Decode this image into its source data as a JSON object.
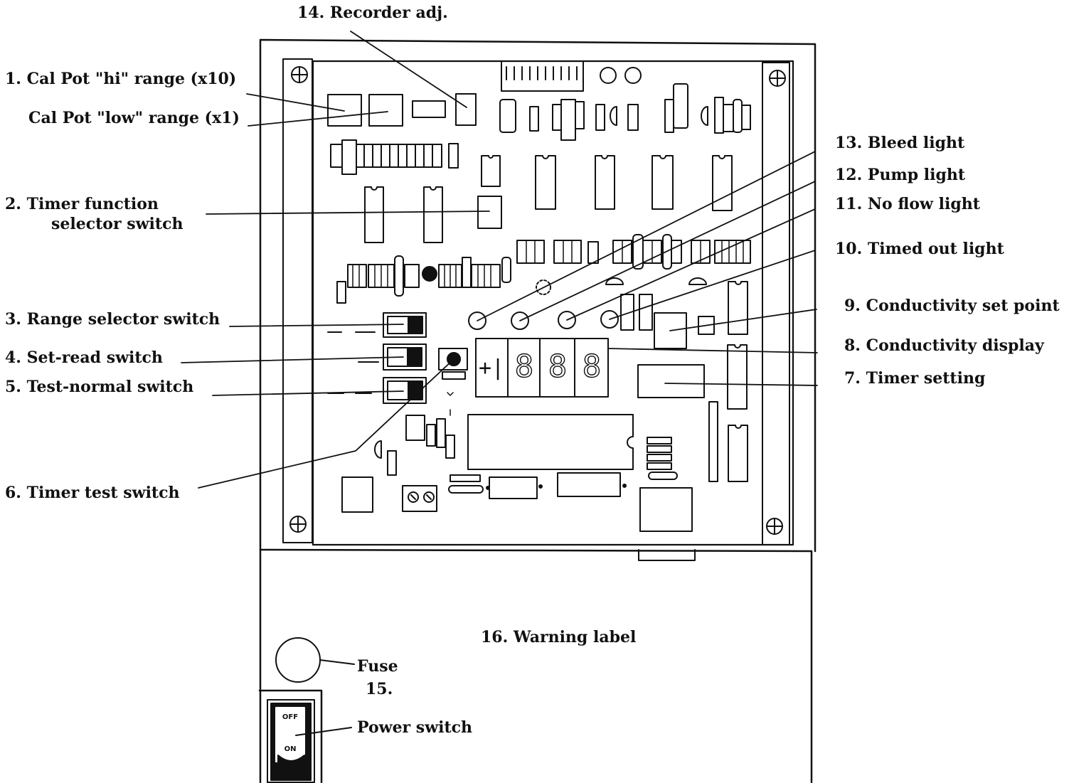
{
  "labels": {
    "recorder_adj": "14. Recorder adj.",
    "cal_pot_hi": "1. Cal Pot \"hi\" range (x10)",
    "cal_pot_low": "Cal Pot \"low\" range (x1)",
    "timer_function_1": "2. Timer function",
    "timer_function_2": "selector switch",
    "range_selector": "3. Range selector switch",
    "set_read": "4. Set-read switch",
    "test_normal": "5. Test-normal switch",
    "timer_test": "6. Timer test switch",
    "bleed_light": "13. Bleed light",
    "pump_light": "12. Pump light",
    "no_flow_light": "11. No flow light",
    "timed_out_light": "10. Timed out light",
    "conductivity_set_point": "9. Conductivity set point",
    "conductivity_display": "8. Conductivity display",
    "timer_setting": "7. Timer setting",
    "warning_label": "16. Warning label",
    "fuse": "Fuse",
    "item_15": "15.",
    "power_switch": "Power switch"
  },
  "display": {
    "sign": "+|",
    "digits": [
      "8",
      "8",
      "8"
    ]
  },
  "power_switch_face": {
    "off": "OFF",
    "on": "ON"
  },
  "colors": {
    "ink": "#111111",
    "paper": "#ffffff"
  }
}
